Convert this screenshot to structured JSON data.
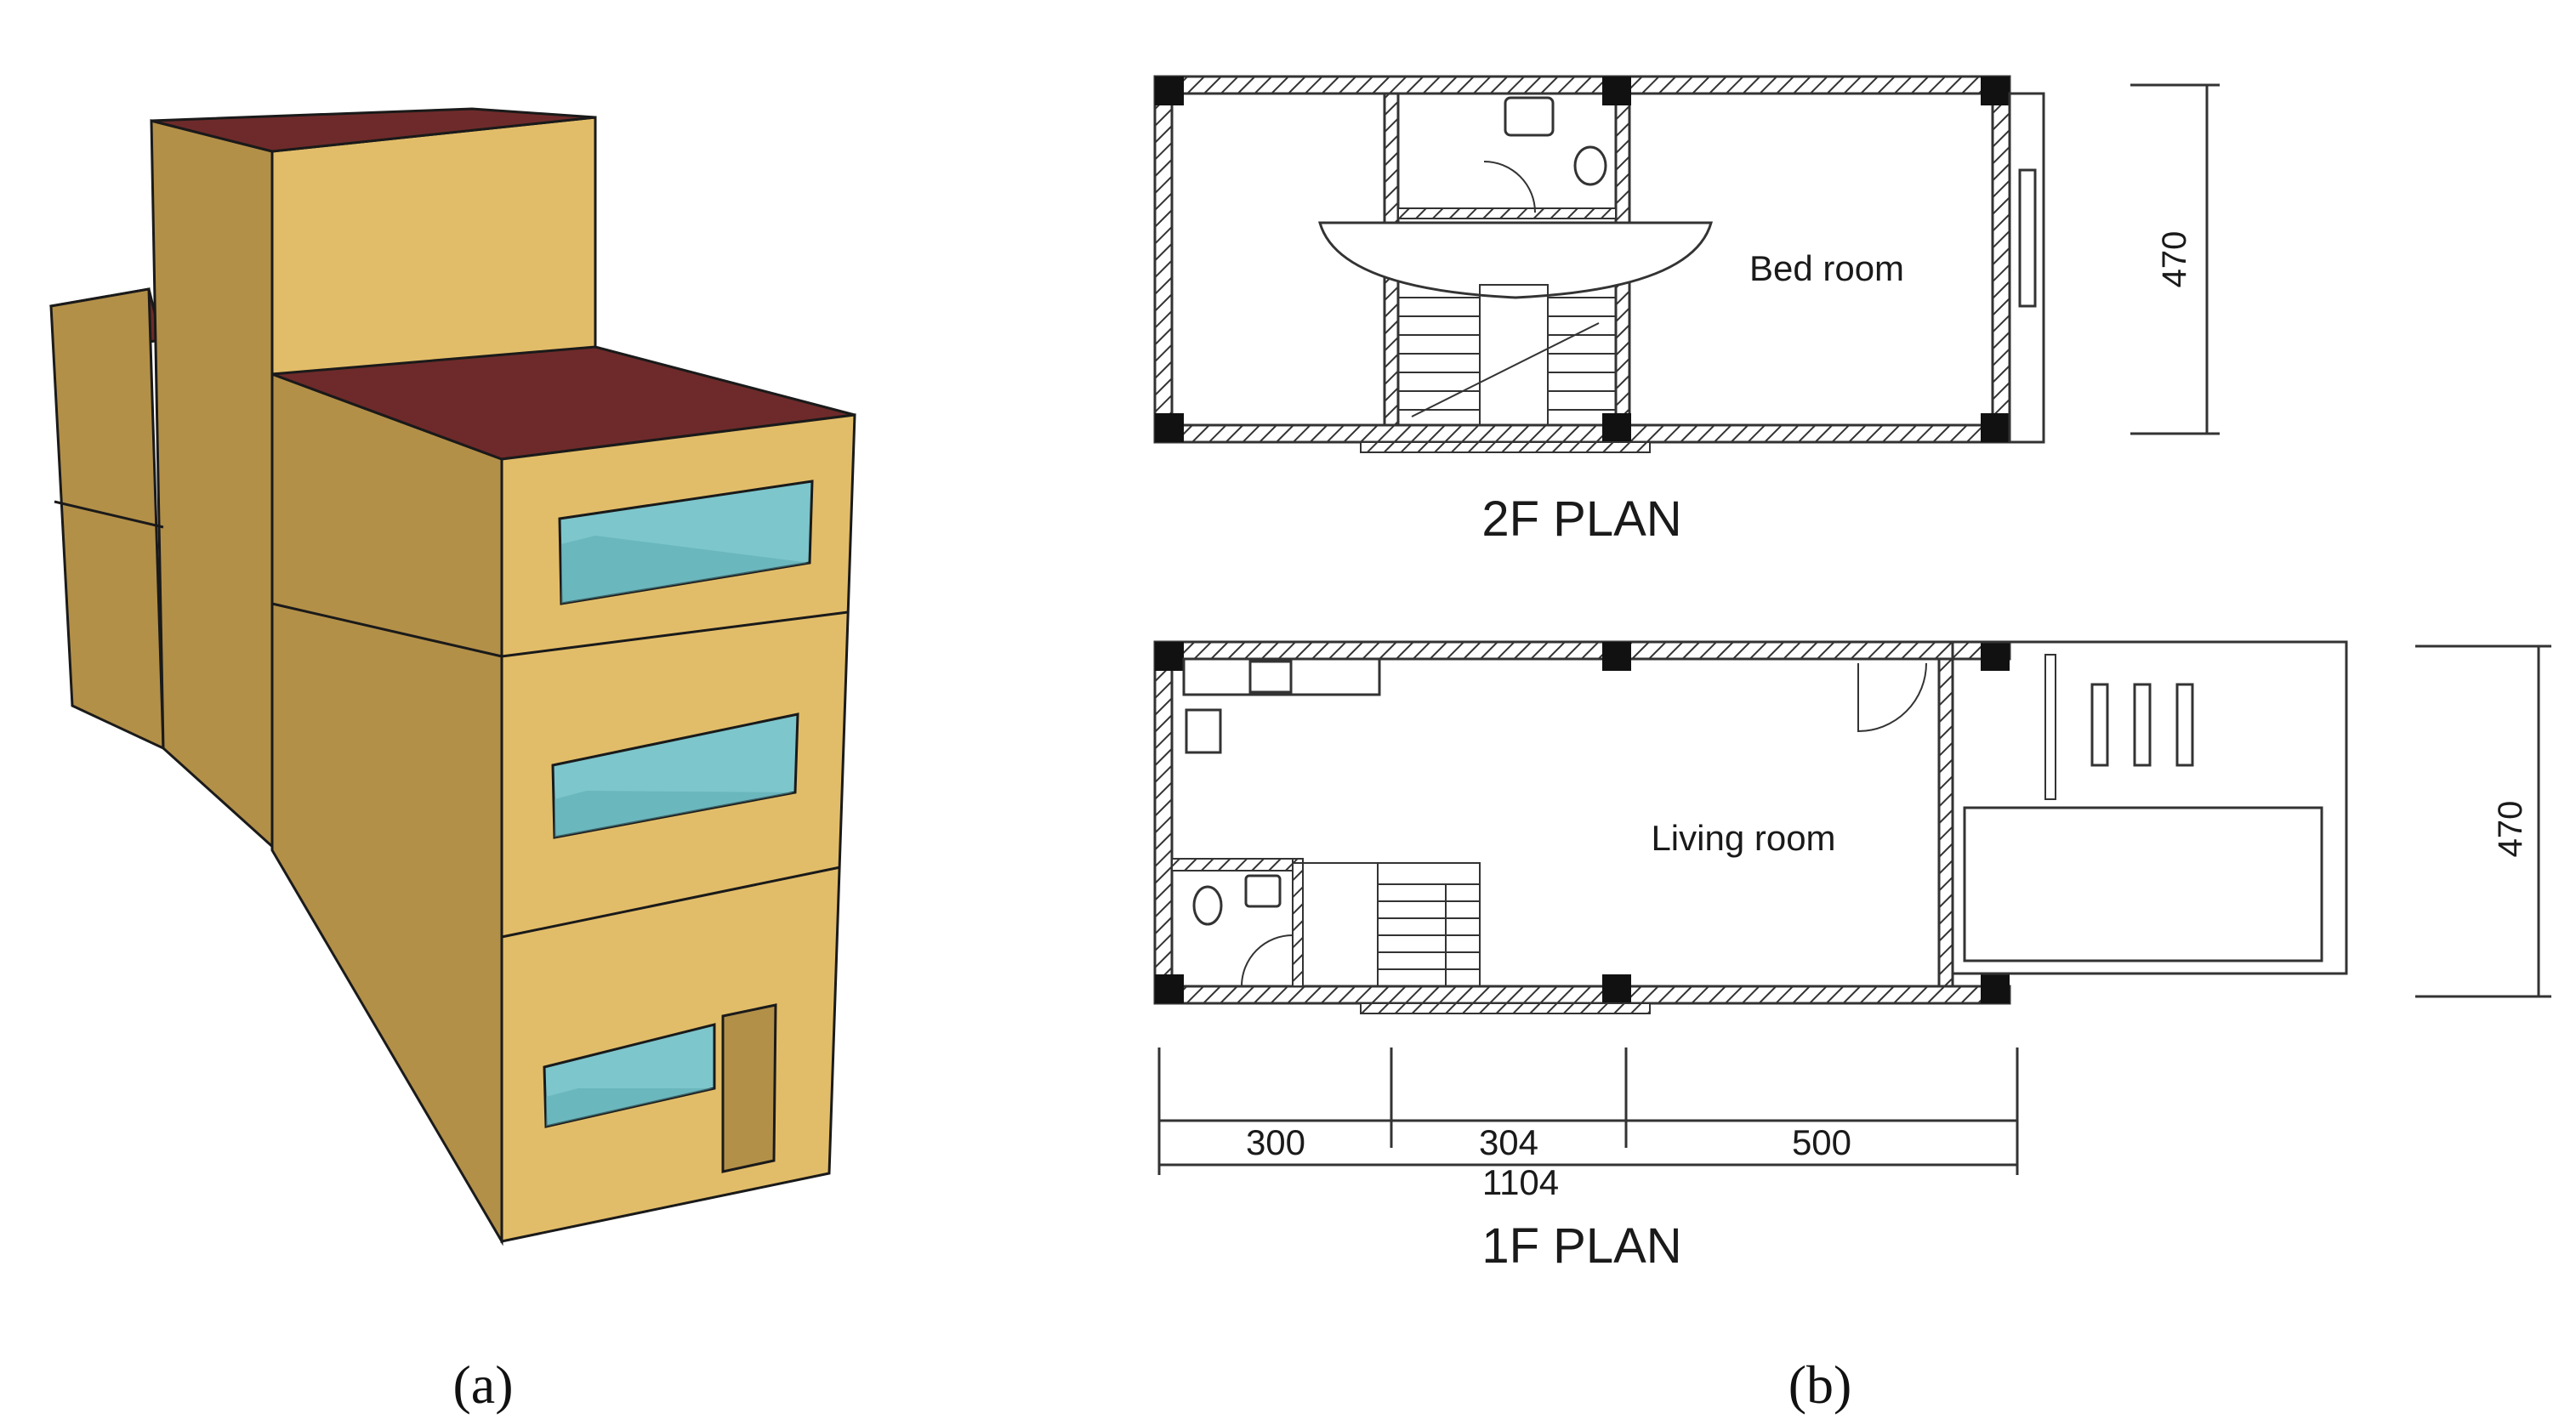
{
  "panels": {
    "a": {
      "label": "(a)"
    },
    "b": {
      "label": "(b)"
    }
  },
  "plan_2f": {
    "title": "2F PLAN",
    "room_label": "Bed room",
    "depth_dim": "470"
  },
  "plan_1f": {
    "title": "1F PLAN",
    "room_label": "Living room",
    "depth_dim": "470",
    "segments": [
      "300",
      "304",
      "500"
    ],
    "total": "1104"
  },
  "colors": {
    "wall": "#e2bd69",
    "wall_shade": "#b39048",
    "roof": "#6e2a2a",
    "window": "#7cc6cc",
    "window_dark": "#5aa8b0",
    "door": "#b39048",
    "line": "#1a1a1a"
  }
}
